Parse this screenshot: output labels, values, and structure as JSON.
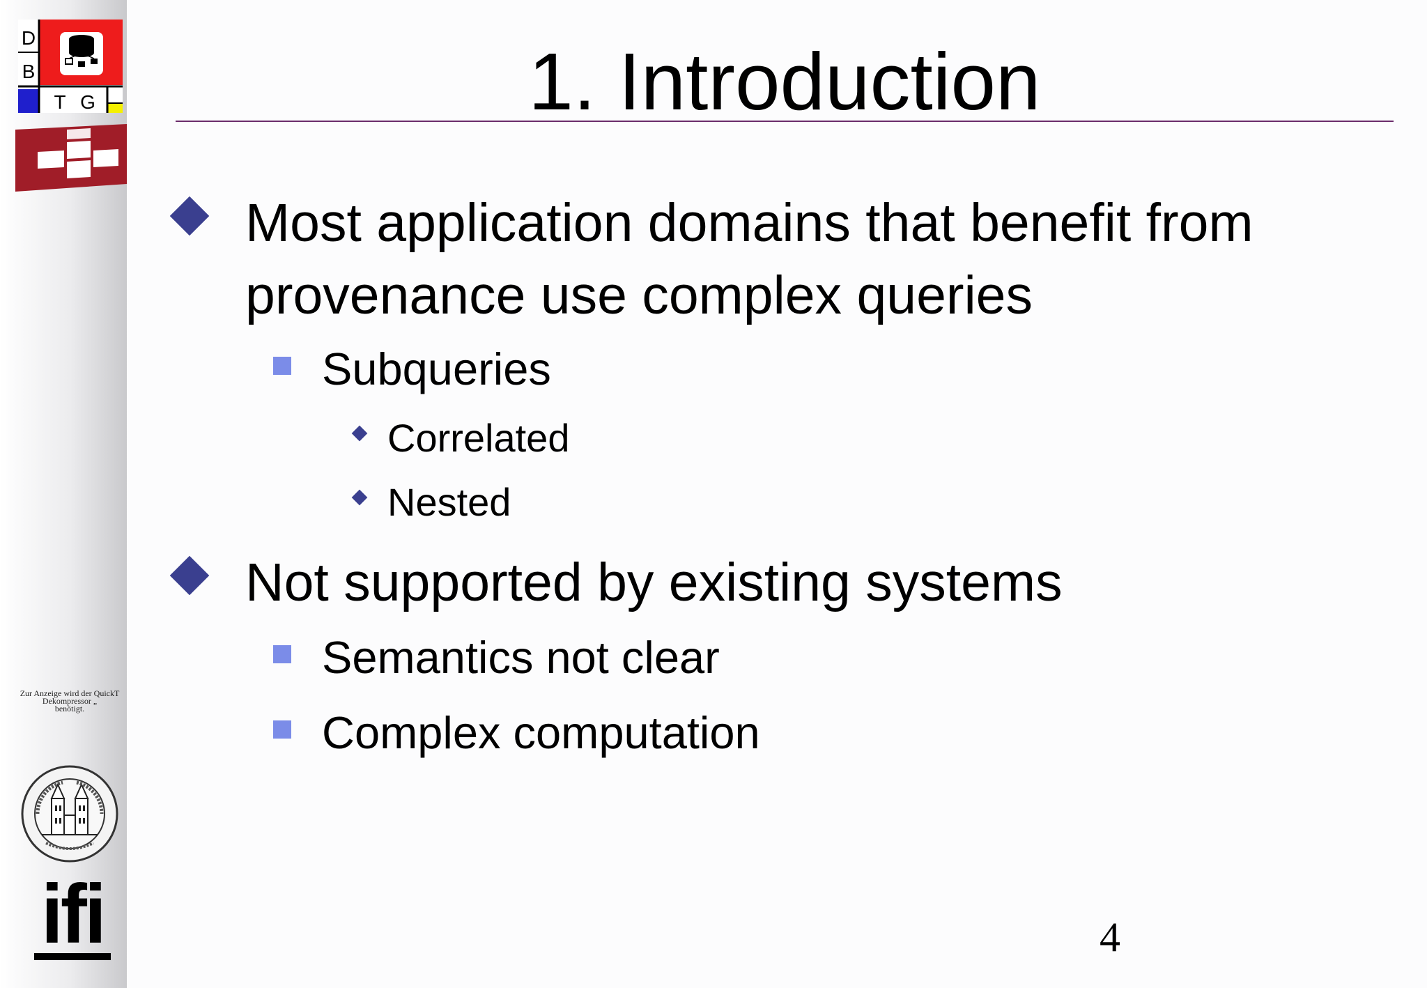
{
  "slide": {
    "title": "1. Introduction",
    "bullets": {
      "b1_line1": "Most application domains that benefit from",
      "b1_line2": "provenance use complex queries",
      "b1_sub1": "Subqueries",
      "b1_sub1_a": "Correlated",
      "b1_sub1_b": "Nested",
      "b2": "Not supported by existing systems",
      "b2_sub1": "Semantics not clear",
      "b2_sub2": "Complex computation"
    },
    "page_number": "4"
  },
  "sidebar": {
    "logo_dbtg": {
      "letters": [
        "D",
        "B",
        "T",
        "G"
      ],
      "icon": "database-network-logo"
    },
    "logo_flag": {
      "icon": "red-white-flag-logo"
    },
    "quicktime_note": {
      "line1": "Zur Anzeige wird der QuickT",
      "line2": "Dekompressor „",
      "line3": "benötigt."
    },
    "seal": {
      "icon": "university-seal",
      "text": "UNIVERSITAS TURICENSIS"
    },
    "ifi_logo": {
      "text": "ifi"
    }
  },
  "colors": {
    "title_rule": "#6b2c6b",
    "level1_bullet": "#3a3f8f",
    "level2_bullet": "#7b8ce8",
    "logo_red": "#ee1c1c",
    "logo_blue": "#1f1fcc",
    "logo_yellow": "#f5f000",
    "flag_red": "#a01d28"
  }
}
